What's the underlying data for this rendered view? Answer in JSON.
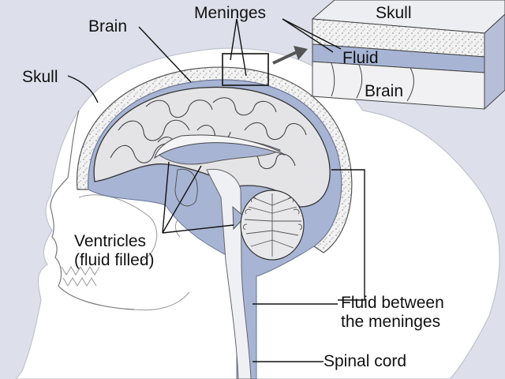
{
  "labels": {
    "brain": "Brain",
    "meninges": "Meninges",
    "skull": "Skull",
    "ventricles_line1": "Ventricles",
    "ventricles_line2": "(fluid filled)",
    "fluid_between_line1": "Fluid between",
    "fluid_between_line2": "the meninges",
    "spinal_cord": "Spinal cord"
  },
  "inset": {
    "skull": "Skull",
    "fluid": "Fluid",
    "brain": "Brain"
  },
  "colors": {
    "background": "#dde0ea",
    "head": "#ffffff",
    "fluid": "#a7b4d4",
    "brain_tissue": "#e4e4e6",
    "outline": "#333333"
  }
}
